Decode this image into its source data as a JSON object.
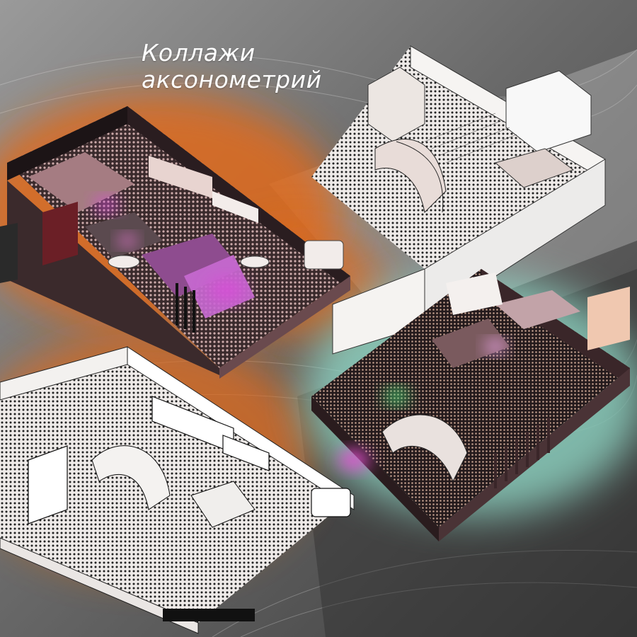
{
  "title": {
    "line1": "Коллажи",
    "line2": "аксонометрий"
  },
  "palette": {
    "background": "#5e5e5e",
    "orange_glow": "#e06a1a",
    "teal_glow": "#8fd6c4",
    "interior_pink": "#cf9fa8",
    "magenta_light": "#d64fd6",
    "wall_white": "#f3f0ee",
    "floor_dark": "#2c2224"
  },
  "collages": [
    {
      "style": "colored-pink-orange-glow"
    },
    {
      "style": "white-sketch"
    },
    {
      "style": "white-line-orange-glow"
    },
    {
      "style": "dark-colored-teal-glow"
    }
  ]
}
